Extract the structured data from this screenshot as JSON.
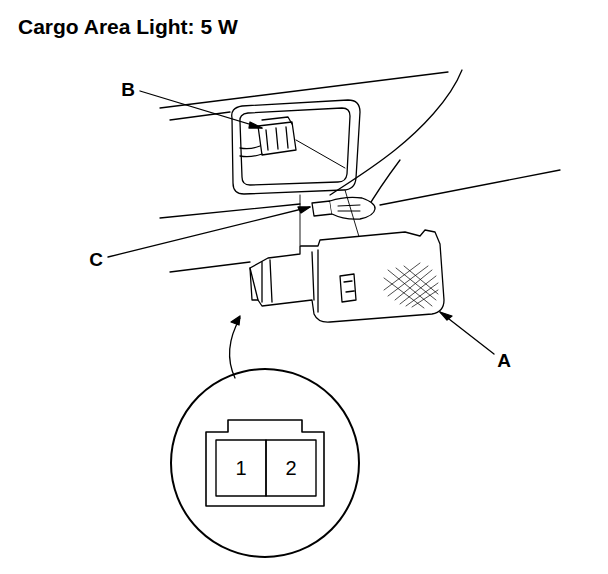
{
  "diagram": {
    "title": "Cargo Area Light: 5 W",
    "labels": [
      "B",
      "C",
      "A",
      "1",
      "2"
    ]
  }
}
